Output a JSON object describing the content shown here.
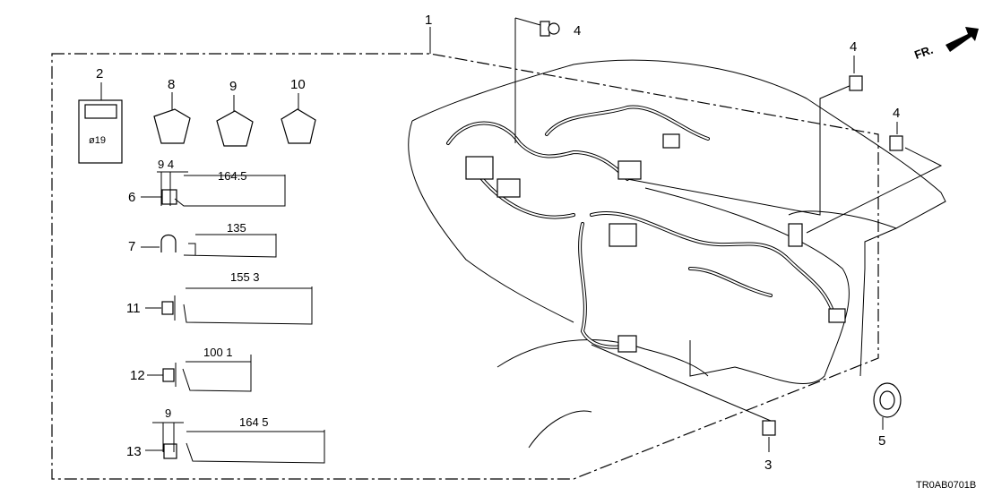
{
  "diagram": {
    "code": "TR0AB0701B",
    "direction_label": "FR.",
    "callouts": {
      "harness": "1",
      "clip_2": "2",
      "bolt_3": "3",
      "bolt_4a": "4",
      "bolt_4b": "4",
      "bolt_4c": "4",
      "grommet_5": "5",
      "clip_6": "6",
      "clip_7": "7",
      "clip_8": "8",
      "clip_9": "9",
      "clip_10": "10",
      "clip_11": "11",
      "clip_12": "12",
      "clip_13": "13"
    },
    "dimensions": {
      "clip_2_diameter": "ø19",
      "clip_6_width": "9 4",
      "clip_6_length": "164.5",
      "clip_7_length": "135",
      "clip_11_length": "155 3",
      "clip_12_length": "100 1",
      "clip_13_width": "9",
      "clip_13_length": "164 5"
    }
  }
}
